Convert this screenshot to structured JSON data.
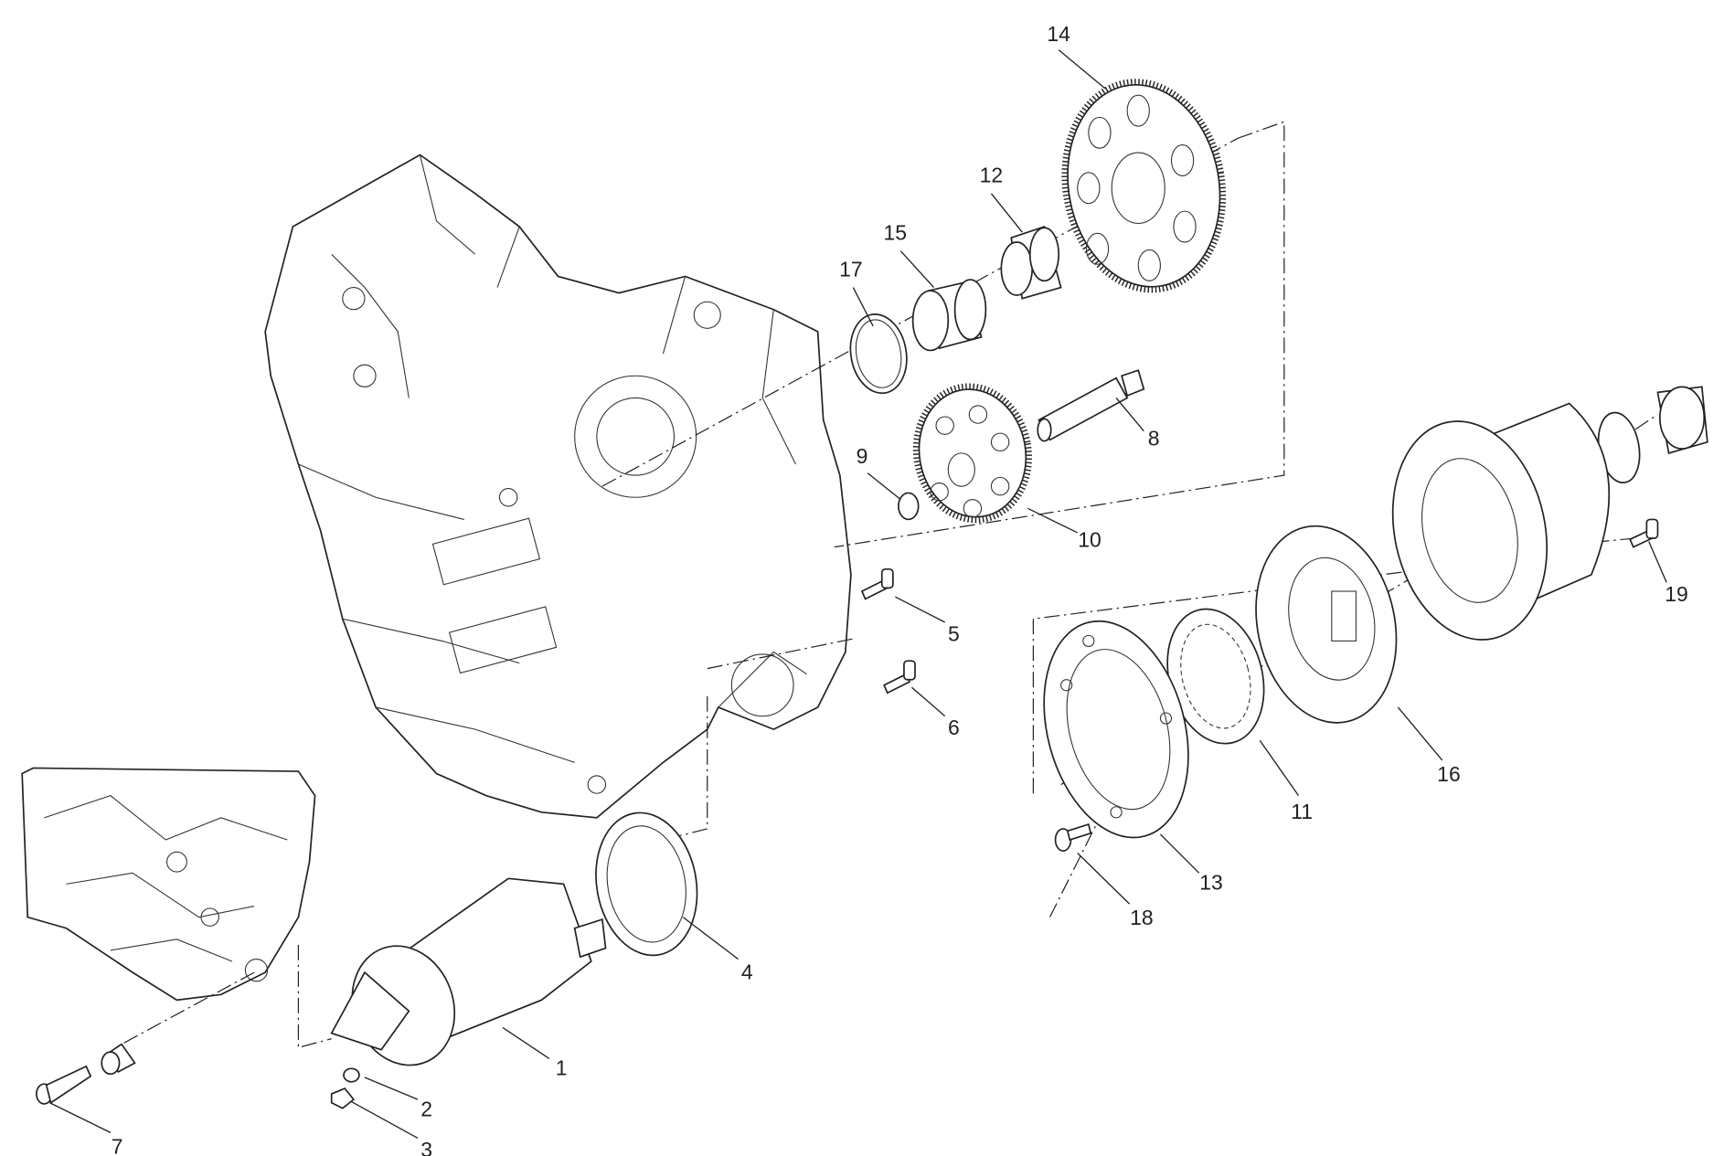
{
  "diagram": {
    "type": "exploded-parts-view",
    "callouts": [
      "1",
      "2",
      "3",
      "4",
      "5",
      "6",
      "7",
      "8",
      "9",
      "10",
      "11",
      "12",
      "13",
      "14",
      "15",
      "16",
      "17",
      "18",
      "19"
    ]
  },
  "colors": {
    "line": "#222222",
    "background": "#ffffff"
  }
}
